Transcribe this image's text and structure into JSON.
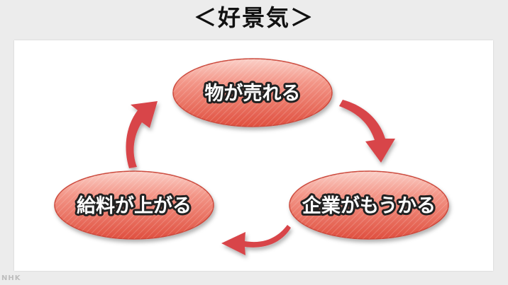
{
  "title": "＜好景気＞",
  "watermark": "NHK",
  "nodes": [
    {
      "id": "sell",
      "label": "物が売れる"
    },
    {
      "id": "profit",
      "label": "企業がもうかる"
    },
    {
      "id": "wage",
      "label": "給料が上がる"
    }
  ],
  "colors": {
    "node_fill_top": "#f6a99e",
    "node_fill_bottom": "#e45a4a",
    "node_edge": "#c8473a",
    "arrow": "#d8454a",
    "background": "#ececec",
    "panel": "#ffffff"
  },
  "arrows": [
    "sell-to-profit",
    "profit-to-wage",
    "wage-to-sell"
  ]
}
